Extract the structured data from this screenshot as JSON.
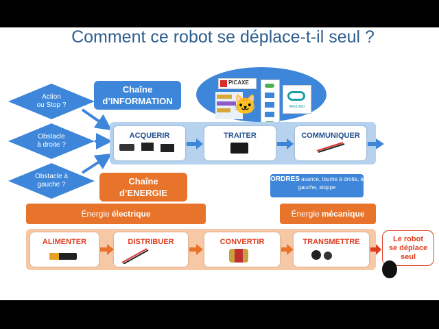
{
  "title": "Comment ce robot se déplace-t-il seul ?",
  "inputs": [
    {
      "label": "Action\nou Stop ?"
    },
    {
      "label": "Obstacle\nà droite ?"
    },
    {
      "label": "Obstacle à\ngauche ?"
    }
  ],
  "info_chain": {
    "title": "Chaîne\nd’INFORMATION",
    "stages": [
      "ACQUERIR",
      "TRAITER",
      "COMMUNIQUER"
    ]
  },
  "software_logos": {
    "picaxe": "PICAXE",
    "arduino": "ARDUINO"
  },
  "orders": {
    "bold": "ORDRES",
    "text": "avance, tourne à droite, à gauche, stoppe"
  },
  "energy_chain": {
    "title": "Chaîne\nd’ENERGIE",
    "stages": [
      "ALIMENTER",
      "DISTRIBUER",
      "CONVERTIR",
      "TRANSMETTRE"
    ],
    "electric_prefix": "Énergie",
    "electric_bold": "électrique",
    "mechanical_prefix": "Énergie",
    "mechanical_bold": "mécanique"
  },
  "result": "Le robot\nse déplace\nseul",
  "colors": {
    "blue": "#3D86D9",
    "light_blue_band": "#B6D2EE",
    "orange": "#E8732A",
    "light_orange_band": "#F6C8A6",
    "red_text": "#E03C1F",
    "title_blue": "#2E5E8F",
    "info_label": "#1F4E8C"
  },
  "icons": [
    "switch-icon",
    "chip-icon",
    "cable-icon",
    "battery-icon",
    "wires-icon",
    "motor-icon",
    "gears-icon",
    "wheel-icon",
    "scratch-cat-icon",
    "flowchart-icon"
  ]
}
